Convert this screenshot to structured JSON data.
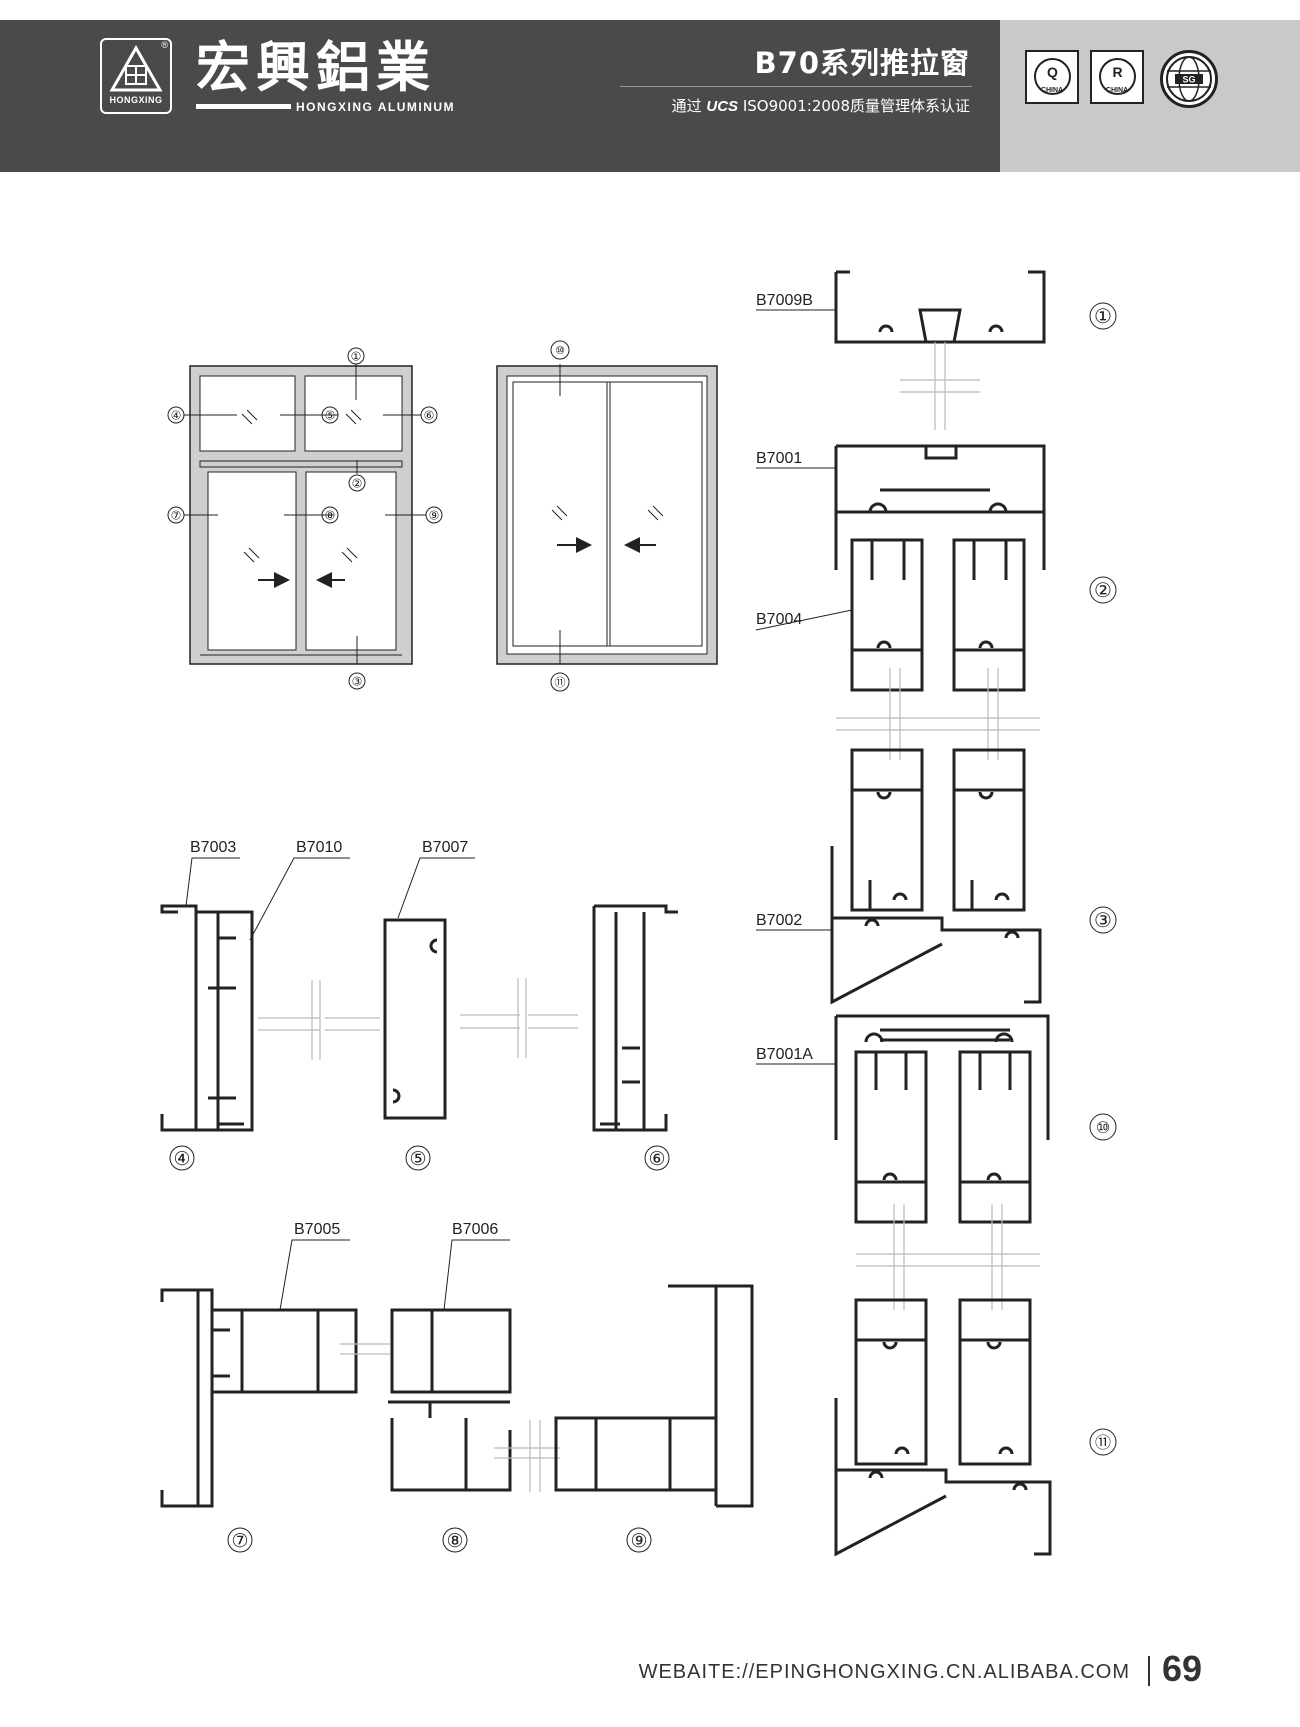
{
  "header": {
    "logo_sub": "HONGXING",
    "logo_mark": "®",
    "brand_cn": "宏興鋁業",
    "brand_en": "HONGXING ALUMINUM",
    "series_title": "B70系列推拉窗",
    "cert_prefix": "通过",
    "cert_logo": "UCS",
    "cert_text": "ISO9001:2008质量管理体系认证",
    "badges": [
      {
        "mark": "Q",
        "caption": "CHINA"
      },
      {
        "mark": "R",
        "caption": "CHINA"
      },
      {
        "mark": "SG"
      }
    ]
  },
  "elevations": {
    "callouts_left": [
      "①",
      "④",
      "⑤",
      "⑥",
      "②",
      "⑦",
      "⑧",
      "⑨",
      "③"
    ],
    "callouts_right": [
      "⑩",
      "⑪"
    ]
  },
  "profiles": {
    "top_left": [
      "B7003",
      "B7010",
      "B7007"
    ],
    "bottom_left": [
      "B7005",
      "B7006"
    ],
    "right": [
      "B7009B",
      "B7001",
      "B7004",
      "B7002",
      "B7001A"
    ]
  },
  "section_numbers": {
    "row1": [
      "④",
      "⑤",
      "⑥"
    ],
    "row2": [
      "⑦",
      "⑧",
      "⑨"
    ],
    "right": [
      "①",
      "②",
      "③",
      "⑩",
      "⑪"
    ]
  },
  "footer": {
    "url": "WEBAITE://EPINGHONGXING.CN.ALIBABA.COM",
    "page": "69"
  },
  "colors": {
    "header_dark": "#4a4a4a",
    "header_light": "#c9c9c9",
    "frame_fill": "#cfcfcf",
    "line": "#222222"
  }
}
